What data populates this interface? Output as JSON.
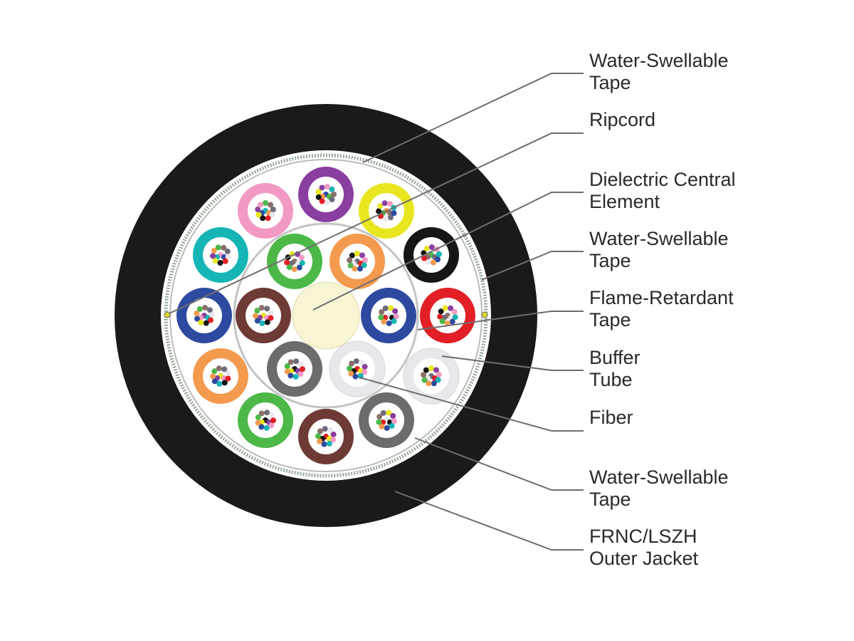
{
  "labels": [
    {
      "lines": [
        "Water-Swellable",
        "Tape"
      ]
    },
    {
      "lines": [
        "Ripcord"
      ]
    },
    {
      "lines": [
        "Dielectric Central",
        "Element"
      ]
    },
    {
      "lines": [
        "Water-Swellable",
        "Tape"
      ]
    },
    {
      "lines": [
        "Flame-Retardant",
        "Tape"
      ]
    },
    {
      "lines": [
        "Buffer",
        "Tube"
      ]
    },
    {
      "lines": [
        "Fiber"
      ]
    },
    {
      "lines": [
        "Water-Swellable",
        "Tape"
      ]
    },
    {
      "lines": [
        "FRNC/LSZH",
        "Outer Jacket"
      ]
    }
  ],
  "colors": {
    "jacket": "#1a1a1a",
    "central_element": "#f7f5d4",
    "leader": "#6e6e6e",
    "outer_tubes": [
      "#8a3fa0",
      "#e8e61e",
      "#161616",
      "#e21f26",
      "#e8e8ec",
      "#6c6c6c",
      "#6e3a36",
      "#4cb848",
      "#f39a4f",
      "#2e4aa0",
      "#16b5b5",
      "#f29ac4"
    ],
    "inner_tubes": [
      "#4cb848",
      "#f39a4f",
      "#2e4aa0",
      "#e8e8ec",
      "#6c6c6c",
      "#6e3a36"
    ],
    "fibers": [
      "#2e4aa0",
      "#f39a4f",
      "#4cb848",
      "#8a7068",
      "#6c6c7c",
      "#e8e8ec",
      "#e21f26",
      "#161616",
      "#e8e61e",
      "#8a3fa0",
      "#f29ac4",
      "#16b5b5"
    ]
  }
}
